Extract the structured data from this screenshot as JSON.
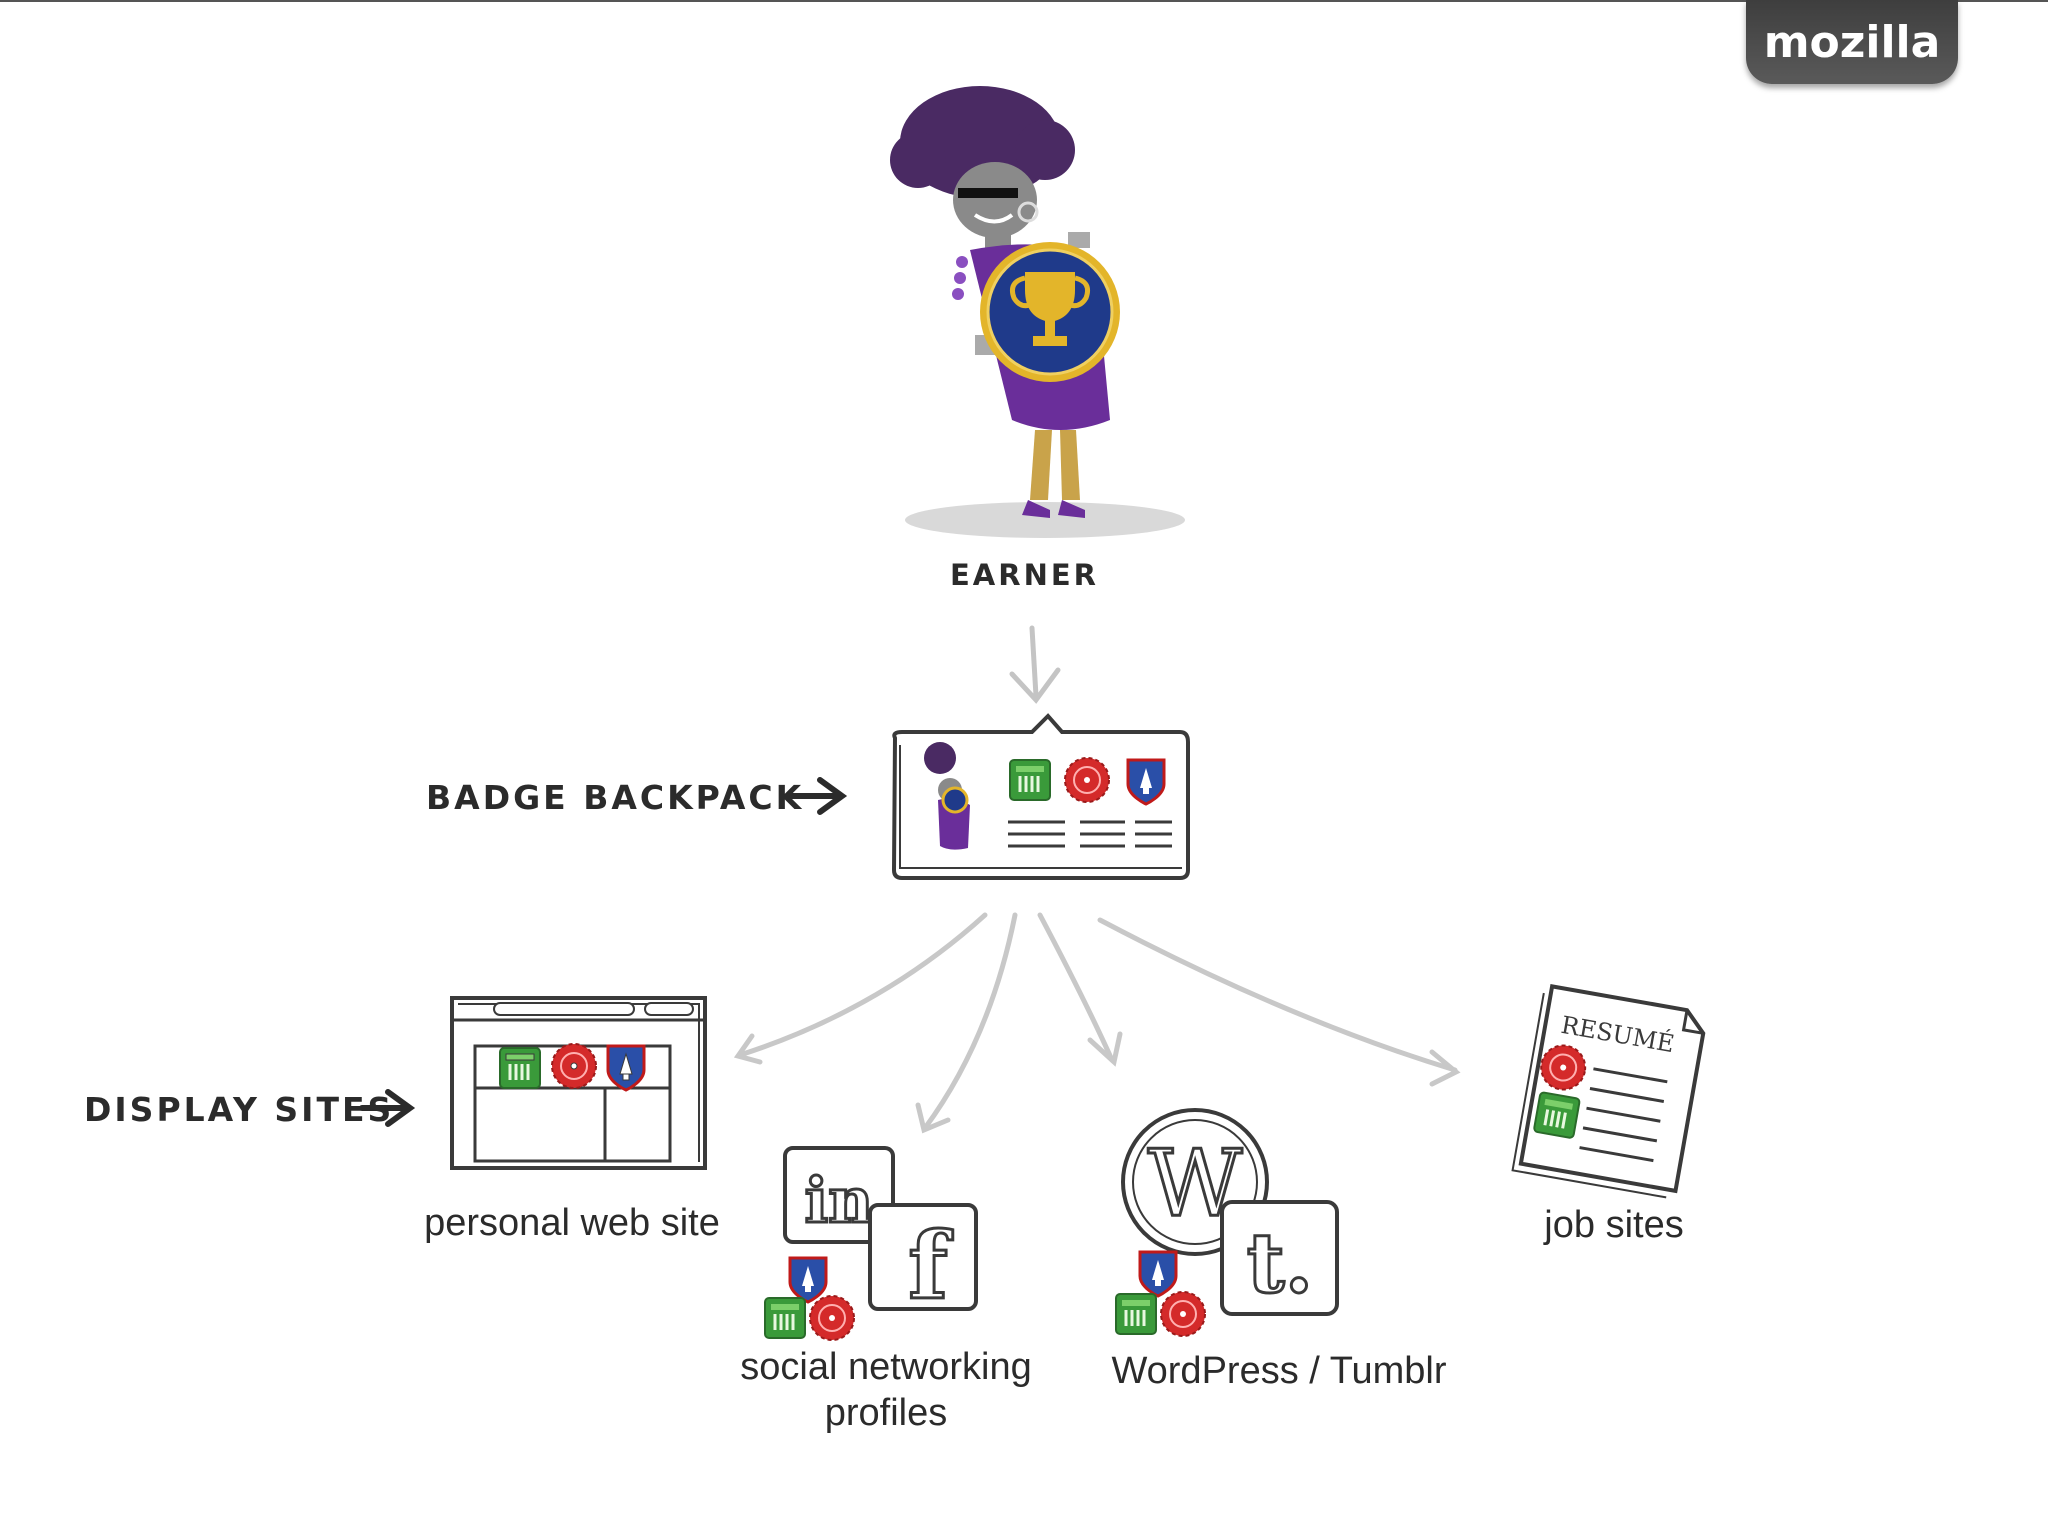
{
  "brand": {
    "name": "mozilla",
    "tab_color": "#4a4a4a"
  },
  "nodes": {
    "earner": {
      "label": "EARNER"
    },
    "backpack": {
      "label": "BADGE BACKPACK"
    },
    "display": {
      "label": "DISPLAY SITES"
    }
  },
  "sites": {
    "personal": {
      "label": "personal web site"
    },
    "social": {
      "line1": "social networking",
      "line2": "profiles"
    },
    "wordpress": {
      "label": "WordPress / Tumblr"
    },
    "jobs": {
      "label": "job sites"
    }
  },
  "icons": {
    "linkedin": "in",
    "facebook": "f",
    "wordpress": "W",
    "tumblr": "t.",
    "resume": "RESUMÉ"
  },
  "colors": {
    "hair": "#4a2a63",
    "dress": "#6a2e9a",
    "medal_blue": "#1f3a8a",
    "gold": "#e3b52a",
    "badge_green": "#3a9a3a",
    "badge_red": "#d42a2a",
    "badge_blue": "#2a4fa8",
    "sketch": "#3a3a3a",
    "arrow_gray": "#c4c4c4"
  }
}
